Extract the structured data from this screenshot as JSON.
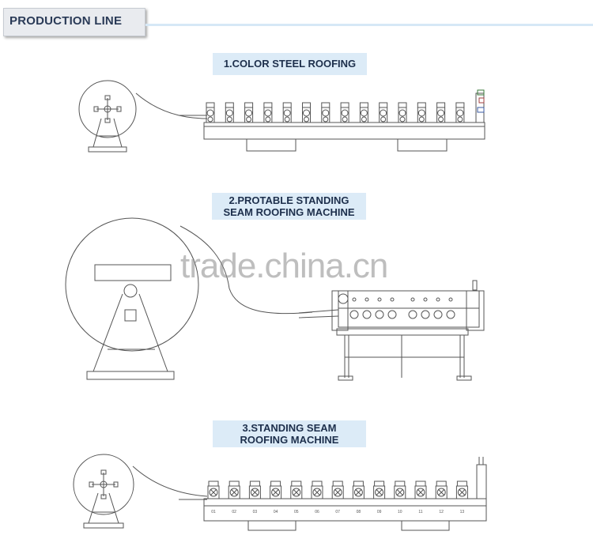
{
  "header": {
    "title": "PRODUCTION LINE"
  },
  "sections": [
    {
      "caption_lines": [
        "1.COLOR STEEL ROOFING"
      ]
    },
    {
      "caption_lines": [
        "2.PROTABLE STANDING",
        "SEAM ROOFING MACHINE"
      ]
    },
    {
      "caption_lines": [
        "3.STANDING SEAM",
        "ROOFING MACHINE"
      ]
    }
  ],
  "watermark": "trade.china.cn",
  "machine3_station_labels": [
    "01",
    "02",
    "03",
    "04",
    "05",
    "06",
    "07",
    "08",
    "09",
    "10",
    "11",
    "12",
    "13"
  ]
}
